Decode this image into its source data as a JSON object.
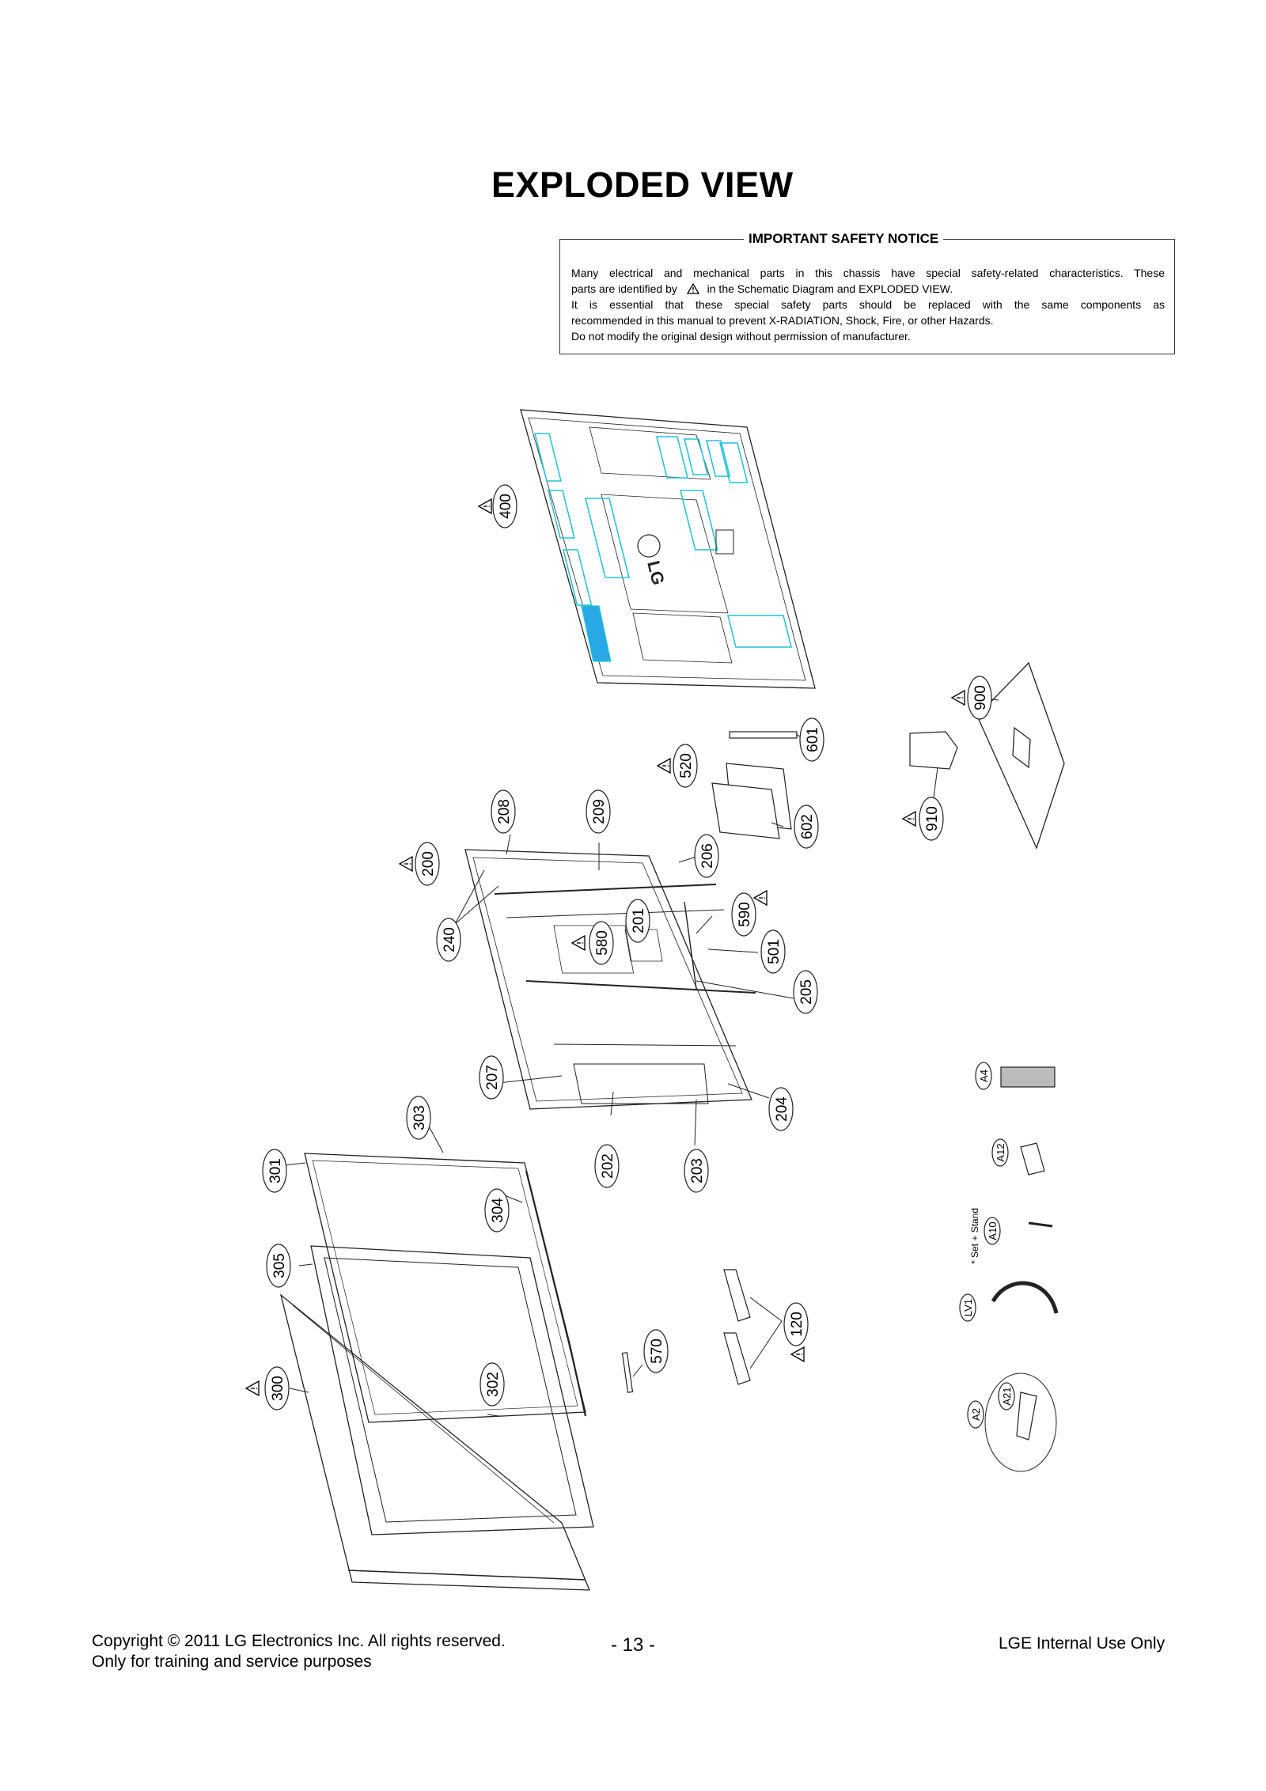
{
  "title": "EXPLODED VIEW",
  "safety_notice": {
    "heading": "IMPORTANT SAFETY NOTICE",
    "line1": "Many electrical and mechanical parts in this chassis have special safety-related characteristics. These",
    "line2_pre": "parts are identified by",
    "line2_post": "in the Schematic Diagram and EXPLODED VIEW.",
    "line3": "It is essential that these special safety parts should be replaced with the same components as",
    "line4": "recommended in this manual to prevent X-RADIATION, Shock, Fire, or other Hazards.",
    "line5": "Do not modify the original design without permission of manufacturer."
  },
  "diagram": {
    "logo_text": "LG",
    "callouts": {
      "c400": "400",
      "c900": "900",
      "c601": "601",
      "c520": "520",
      "c602": "602",
      "c910": "910",
      "c208": "208",
      "c209": "209",
      "c200": "200",
      "c206": "206",
      "c240": "240",
      "c580": "580",
      "c201": "201",
      "c590": "590",
      "c501": "501",
      "c205": "205",
      "c207": "207",
      "c204": "204",
      "c303": "303",
      "c301": "301",
      "c202": "202",
      "c203": "203",
      "c304": "304",
      "c305": "305",
      "c570": "570",
      "c120": "120",
      "c300": "300",
      "c302": "302"
    },
    "accessories": {
      "a4": "A4",
      "a12": "A12",
      "a10": "A10",
      "set_stand": "* Set + Stand",
      "lv1": "LV1",
      "a2": "A2",
      "a21": "A21"
    }
  },
  "footer": {
    "copyright": "Copyright © 2011 LG Electronics Inc. All rights reserved.",
    "purpose": "Only for training and service purposes",
    "page": "- 13 -",
    "internal": "LGE Internal Use Only"
  },
  "colors": {
    "ink": "#000000",
    "cyan_outline": "#22c4d6",
    "cyan_fill": "#2aa8e6"
  },
  "icons": {
    "safety_mark": "warning-triangle-icon"
  }
}
